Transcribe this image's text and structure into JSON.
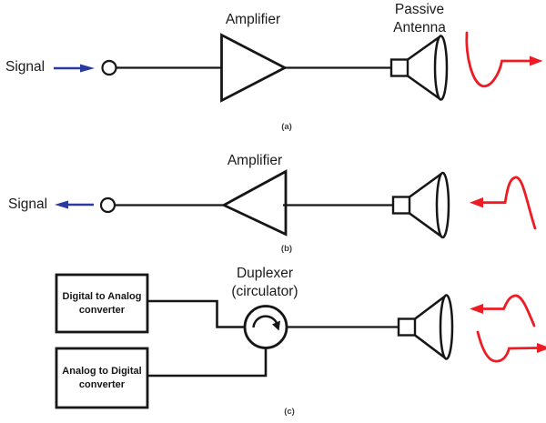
{
  "diagram": {
    "background": "#ffffff",
    "colors": {
      "signal_blue": "#2b3a9e",
      "wave_red": "#ed1c24",
      "line_black": "#161616"
    },
    "row_a": {
      "signal": "Signal",
      "amplifier": "Amplifier",
      "antenna_line1": "Passive",
      "antenna_line2": "Antenna",
      "caption": "(a)"
    },
    "row_b": {
      "signal": "Signal",
      "amplifier": "Amplifier",
      "caption": "(b)"
    },
    "row_c": {
      "dac_line1": "Digital to Analog",
      "dac_line2": "converter",
      "adc_line1": "Analog to Digital",
      "adc_line2": "converter",
      "duplexer_line1": "Duplexer",
      "duplexer_line2": "(circulator)",
      "caption": "(c)"
    }
  }
}
